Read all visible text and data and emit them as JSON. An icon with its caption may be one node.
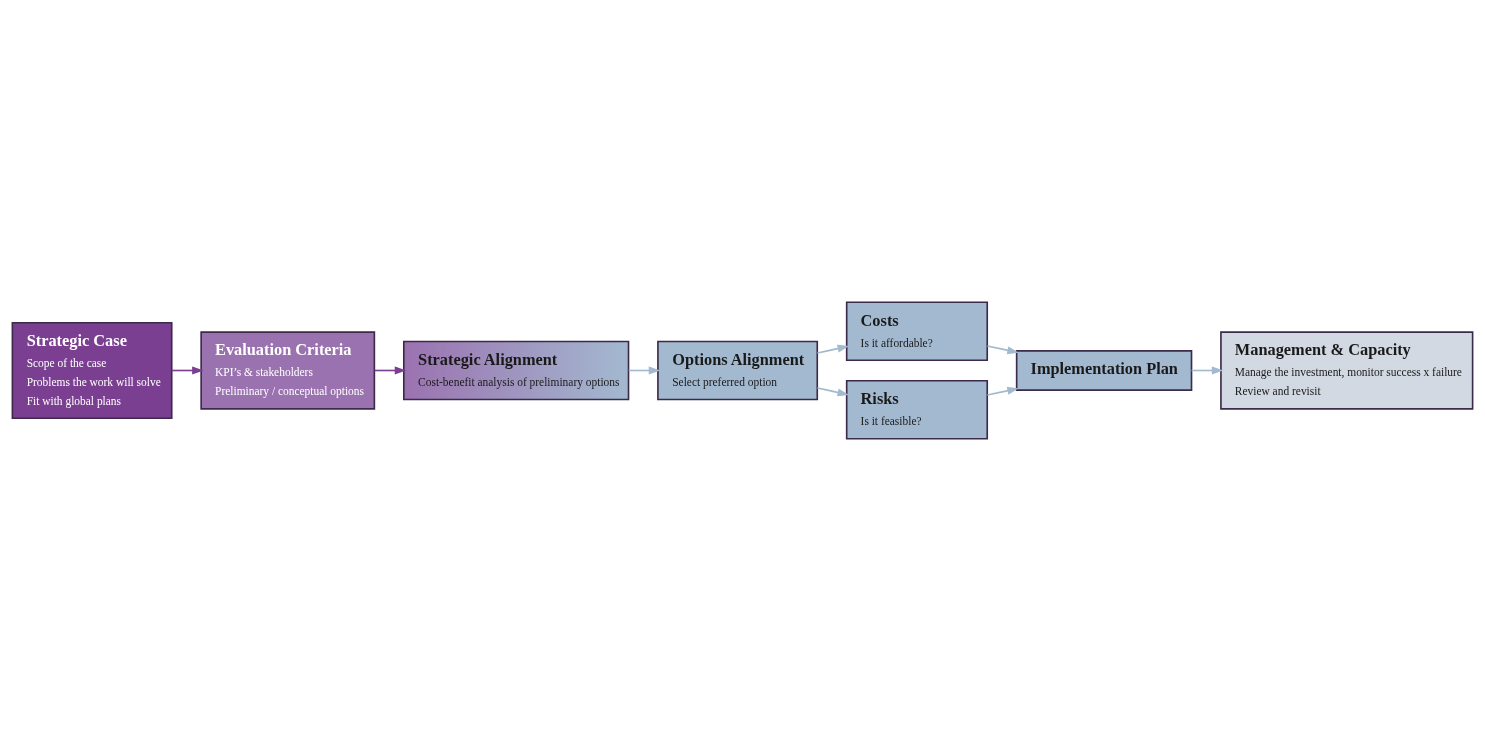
{
  "diagram": {
    "nodes": [
      {
        "text": [
          "Strategic Case",
          "Scope of the case",
          "Problems the work will solve",
          "Fit with global plans"
        ]
      },
      {
        "text": [
          "Evaluation Criteria",
          "KPI’s & stakeholders",
          "Preliminary / conceptual options"
        ]
      },
      {
        "text": [
          "Strategic Alignment",
          "Cost-benefit analysis of preliminary options"
        ]
      },
      {
        "text": [
          "Options Alignment",
          "Select preferred option"
        ]
      },
      {
        "text": [
          "Costs",
          "Is it affordable?"
        ]
      },
      {
        "text": [
          "Risks",
          "Is it feasible?"
        ]
      },
      {
        "text": [
          "Implementation Plan"
        ]
      },
      {
        "text": [
          "Management & Capacity",
          "Manage the investment, monitor success x failure",
          "Review and revisit"
        ]
      }
    ],
    "edges": [
      {
        "from": 0,
        "to": 1,
        "arrow": "to",
        "color": "#7b3f91"
      },
      {
        "from": 1,
        "to": 2,
        "arrow": "to",
        "color": "#7b3f91"
      },
      {
        "from": 2,
        "to": 3,
        "arrow": "to"
      },
      {
        "from": 3,
        "to": 4,
        "arrow": "to"
      },
      {
        "from": 3,
        "to": 5,
        "arrow": "to"
      },
      {
        "from": 4,
        "to": 6,
        "arrow": "to"
      },
      {
        "from": 5,
        "to": 6,
        "arrow": "to"
      },
      {
        "from": 6,
        "to": 7,
        "arrow": "to"
      }
    ]
  }
}
